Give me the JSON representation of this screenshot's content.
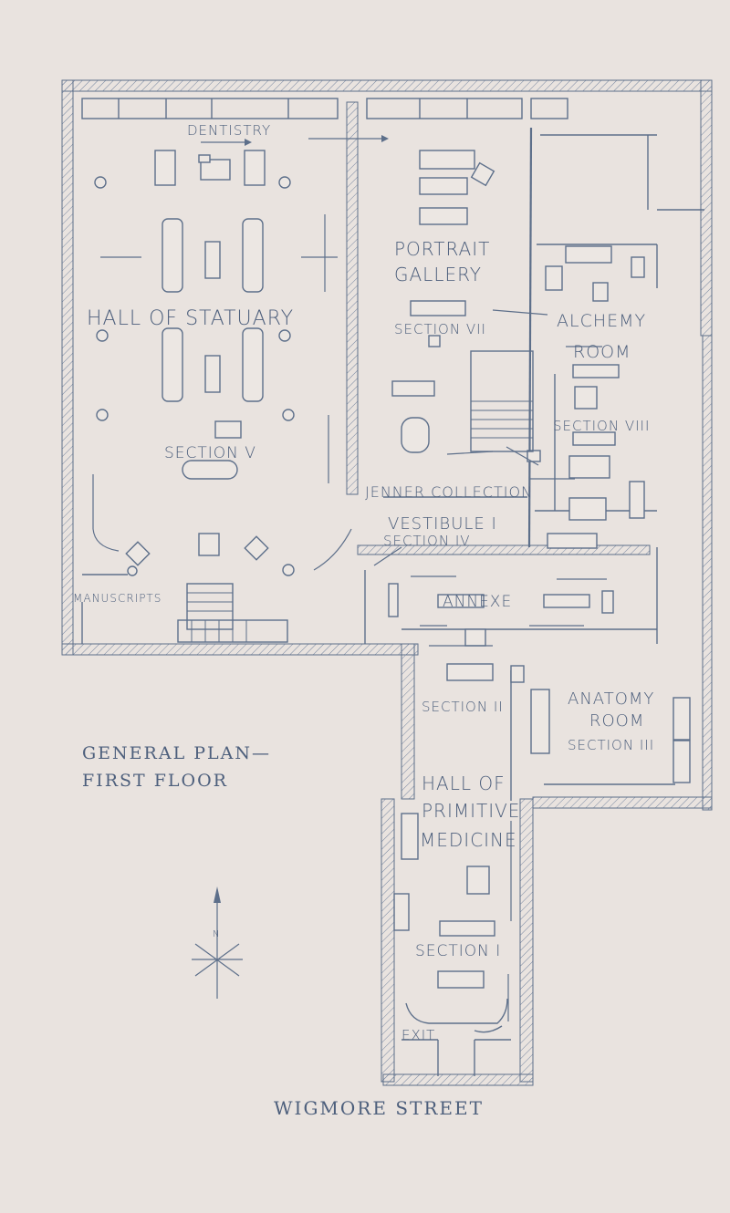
{
  "rooms": {
    "dentistry": "DENTISTRY",
    "hall_statuary": "HALL OF STATUARY",
    "section_v": "SECTION V",
    "manuscripts": "MANUSCRIPTS",
    "portrait_1": "PORTRAIT",
    "portrait_2": "GALLERY",
    "section_vii": "SECTION VII",
    "alchemy": "ALCHEMY",
    "room": "ROOM",
    "section_viii": "SECTION VIII",
    "jenner": "JENNER COLLECTION",
    "vestibule": "VESTIBULE I",
    "section_iv": "SECTION IV",
    "annexe": "ANNEXE",
    "anatomy": "ANATOMY",
    "anatomy_room": "ROOM",
    "section_iii": "SECTION III",
    "section_ii": "SECTION II",
    "hall_of": "HALL OF",
    "primitive": "PRIMITIVE",
    "medicine": "MEDICINE",
    "section_i": "SECTION I",
    "exit": "EXIT"
  },
  "title": {
    "line1": "GENERAL PLAN—",
    "line2": "FIRST FLOOR"
  },
  "street": "WIGMORE STREET",
  "compass": {
    "label": "N"
  },
  "colors": {
    "ink": "#5d6f8a",
    "paper": "#e9e3df"
  }
}
